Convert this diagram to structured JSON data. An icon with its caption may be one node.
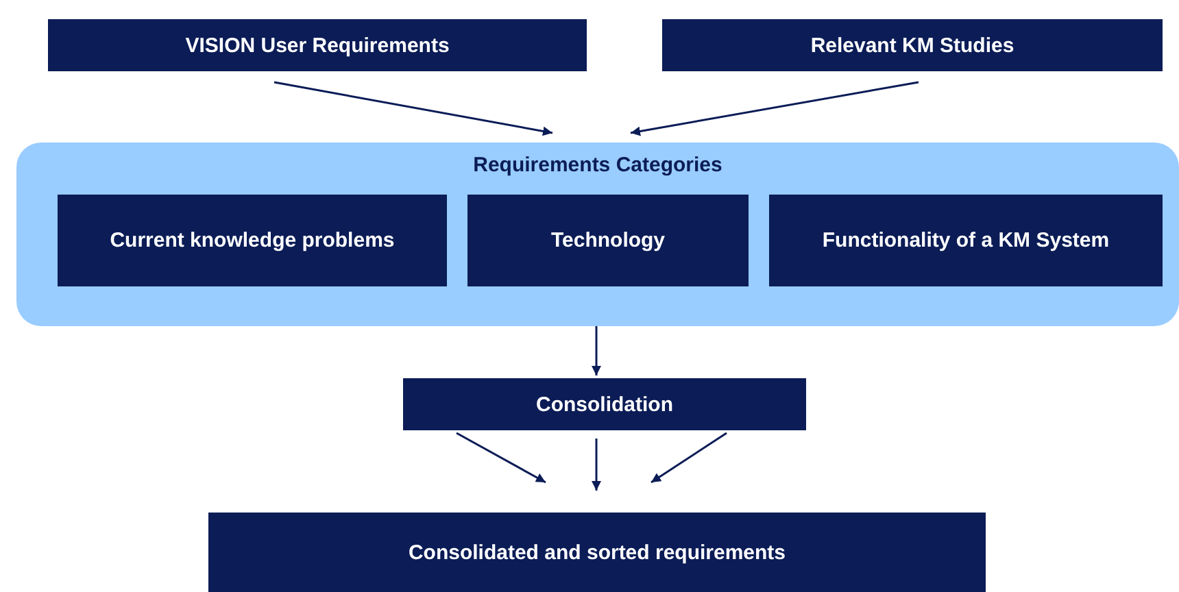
{
  "diagram": {
    "nodes": [
      {
        "text": [
          "VISION User Requirements"
        ]
      },
      {
        "text": [
          "Relevant KM Studies"
        ]
      },
      {
        "text": [
          "Requirements Categories"
        ]
      },
      {
        "text": [
          "Current knowledge problems"
        ],
        "in": 2
      },
      {
        "text": [
          "Technology"
        ],
        "in": 2
      },
      {
        "text": [
          "Functionality of a KM System"
        ],
        "in": 2
      },
      {
        "text": [
          "Consolidation"
        ]
      },
      {
        "text": [
          "Consolidated and sorted requirements"
        ]
      }
    ],
    "edges": [
      {
        "from": 0,
        "to": 2,
        "arrow": "to"
      },
      {
        "from": 1,
        "to": 2,
        "arrow": "to"
      },
      {
        "from": 2,
        "to": 6,
        "arrow": "to"
      },
      {
        "from": 6,
        "to": 7,
        "arrow": "to"
      },
      {
        "from": 6,
        "to": 7,
        "arrow": "to"
      },
      {
        "from": 6,
        "to": 7,
        "arrow": "to"
      }
    ]
  }
}
